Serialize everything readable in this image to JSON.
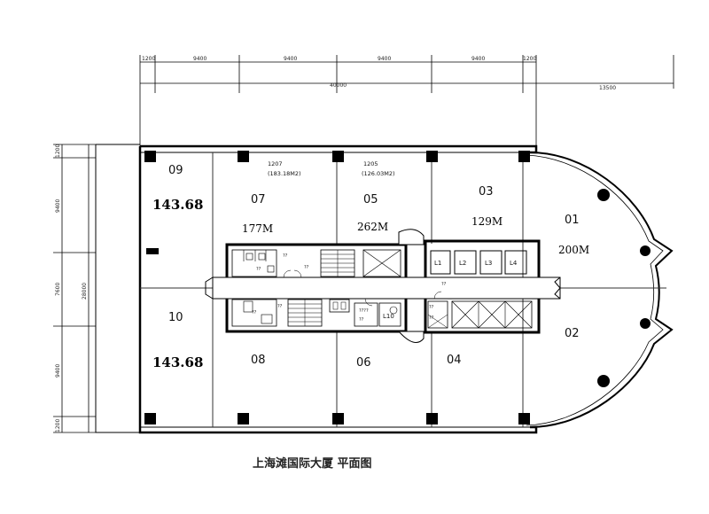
{
  "title": "上海滩国际大厦 平面图",
  "dimensions": {
    "top": [
      "1200",
      "9400",
      "9400",
      "9400",
      "9400",
      "1200"
    ],
    "total_width": "40000",
    "right_extent": "13500",
    "left": [
      "1200",
      "9400",
      "7600",
      "9400",
      "1200"
    ],
    "total_height": "28000"
  },
  "units": {
    "u09": {
      "number": "09",
      "area": "143.68"
    },
    "u07": {
      "number": "07",
      "area": "177M",
      "note1": "1207",
      "note2": "(183.18M2)"
    },
    "u05": {
      "number": "05",
      "area": "262M",
      "note1": "1205",
      "note2": "(126.03M2)"
    },
    "u03": {
      "number": "03",
      "area": "129M"
    },
    "u01": {
      "number": "01",
      "area": "200M"
    },
    "u10": {
      "number": "10",
      "area": "143.68"
    },
    "u08": {
      "number": "08"
    },
    "u06": {
      "number": "06"
    },
    "u04": {
      "number": "04"
    },
    "u02": {
      "number": "02"
    }
  },
  "lifts": [
    "L1",
    "L2",
    "L3",
    "L4",
    "L10"
  ],
  "notes": {
    "q1": "??",
    "q2": "??",
    "q3": "??",
    "q4": "??",
    "q5": "??",
    "q6": "??",
    "q7": "??",
    "q8": "??",
    "q9": "??",
    "code": "????"
  }
}
